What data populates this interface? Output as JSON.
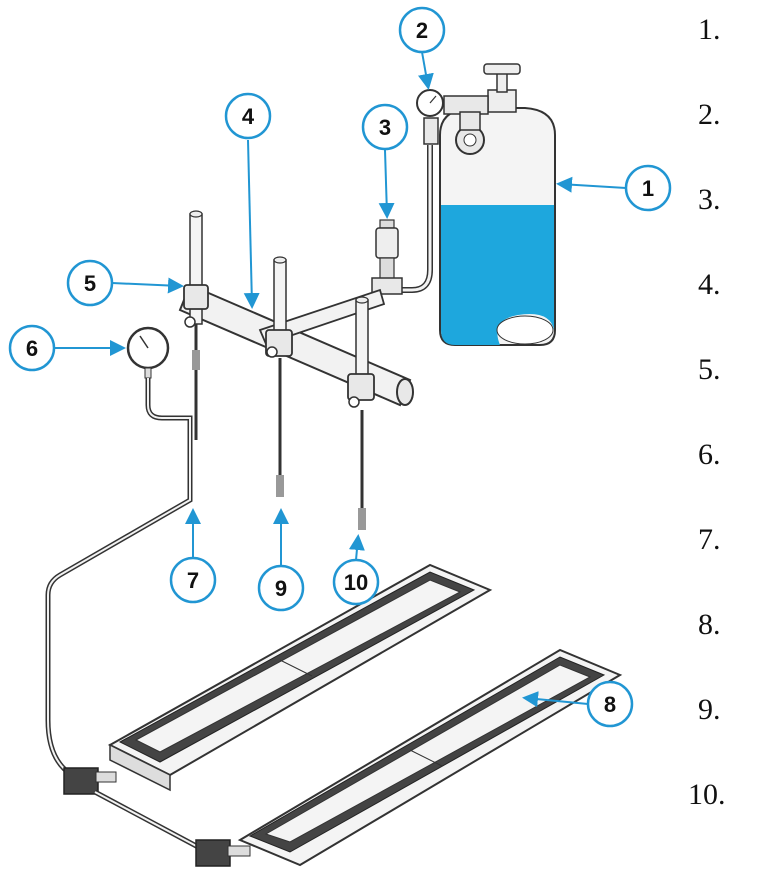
{
  "colors": {
    "callout": "#2196d3",
    "gas_fill": "#1ea7dd",
    "line": "#333333",
    "metal": "#f2f2f2"
  },
  "callouts": [
    {
      "label": "1"
    },
    {
      "label": "2"
    },
    {
      "label": "3"
    },
    {
      "label": "4"
    },
    {
      "label": "5"
    },
    {
      "label": "6"
    },
    {
      "label": "7"
    },
    {
      "label": "8"
    },
    {
      "label": "9"
    },
    {
      "label": "10"
    }
  ],
  "legend": {
    "items": [
      "1.",
      "2.",
      "3.",
      "4.",
      "5.",
      "6.",
      "7.",
      "8.",
      "9.",
      "10."
    ]
  }
}
